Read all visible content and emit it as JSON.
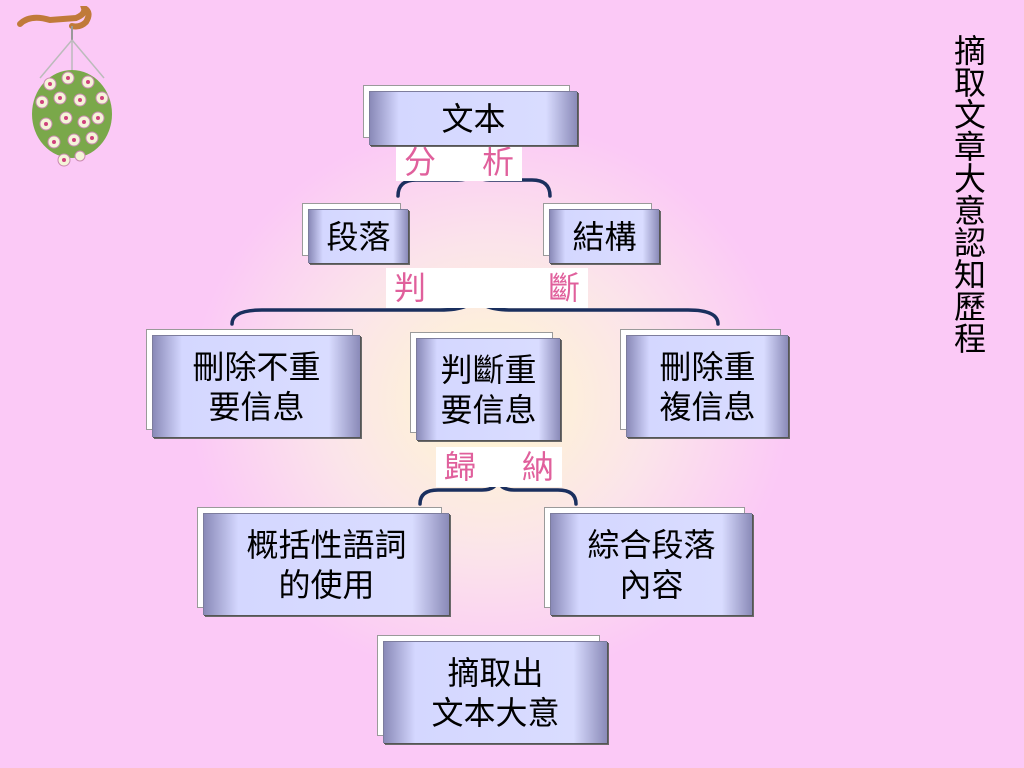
{
  "title_vertical": "摘取文章大意認知歷程",
  "nodes": {
    "text": "文本",
    "paragraph": "段落",
    "structure": "結構",
    "delete_unimportant": [
      "刪除不重",
      "要信息"
    ],
    "judge_important": [
      "判斷重",
      "要信息"
    ],
    "delete_repeated": [
      "刪除重",
      "複信息"
    ],
    "general_words": [
      "概括性語詞",
      "的使用"
    ],
    "combine_paragraphs": [
      "綜合段落",
      "內容"
    ],
    "extract_main_idea": [
      "摘取出",
      "文本大意"
    ]
  },
  "labels": {
    "analyze": [
      "分",
      "析"
    ],
    "judge": [
      "判",
      "斷"
    ],
    "induce": [
      "歸",
      "納"
    ]
  },
  "colors": {
    "label_text": "#e0609c",
    "brace_stroke": "#1a2f5e",
    "box_fill": "#d6d9ff"
  },
  "icons": {
    "decoration": "hanging-flower-basket-icon"
  }
}
